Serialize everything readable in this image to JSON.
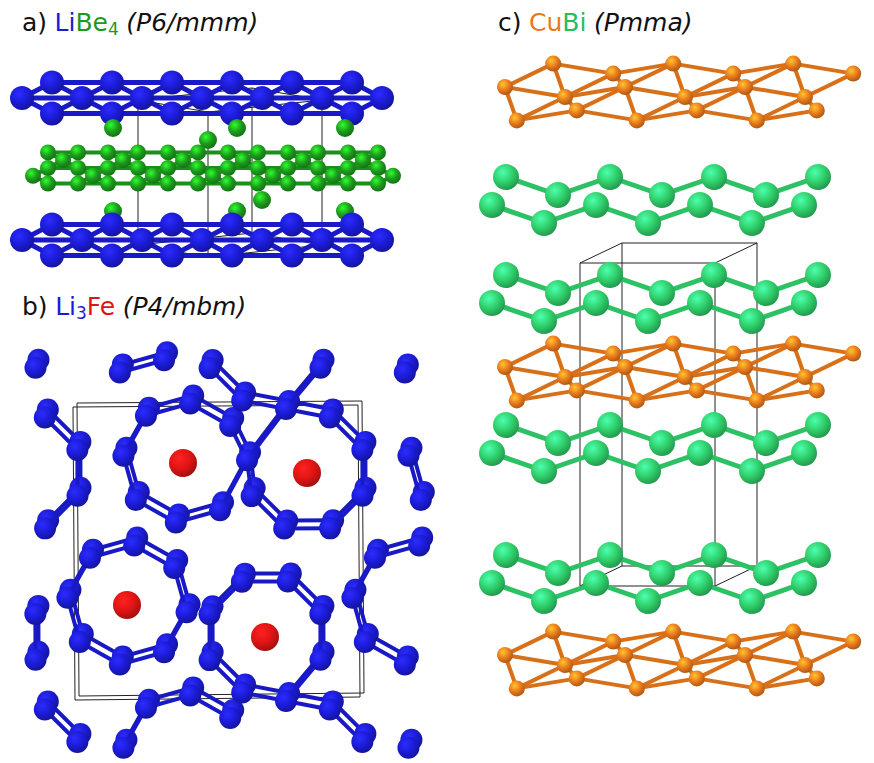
{
  "diagram": {
    "labels": [
      "a)",
      "Li",
      "Be",
      "4",
      "(P6/mmm)",
      "b)",
      "Li",
      "3",
      "Fe",
      "(P4/mbm)",
      "c)",
      "Cu",
      "Bi",
      "(Pmma)"
    ]
  }
}
